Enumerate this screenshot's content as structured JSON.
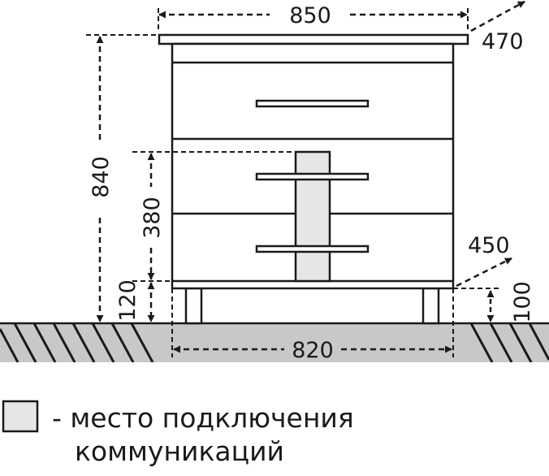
{
  "diagram": {
    "dimensions": {
      "total_width": "850",
      "depth_top": "470",
      "total_height": "840",
      "drawer_zone_height": "380",
      "leg_height": "120",
      "depth_base": "450",
      "floor_clearance": "100",
      "body_width": "820"
    },
    "legend": {
      "line1": "- место подключения",
      "line2": "коммуникаций"
    },
    "colors": {
      "outline": "#1a1a1a",
      "floor_fill": "#c8c8c8",
      "communication_zone_fill": "#e6e6e6"
    }
  }
}
